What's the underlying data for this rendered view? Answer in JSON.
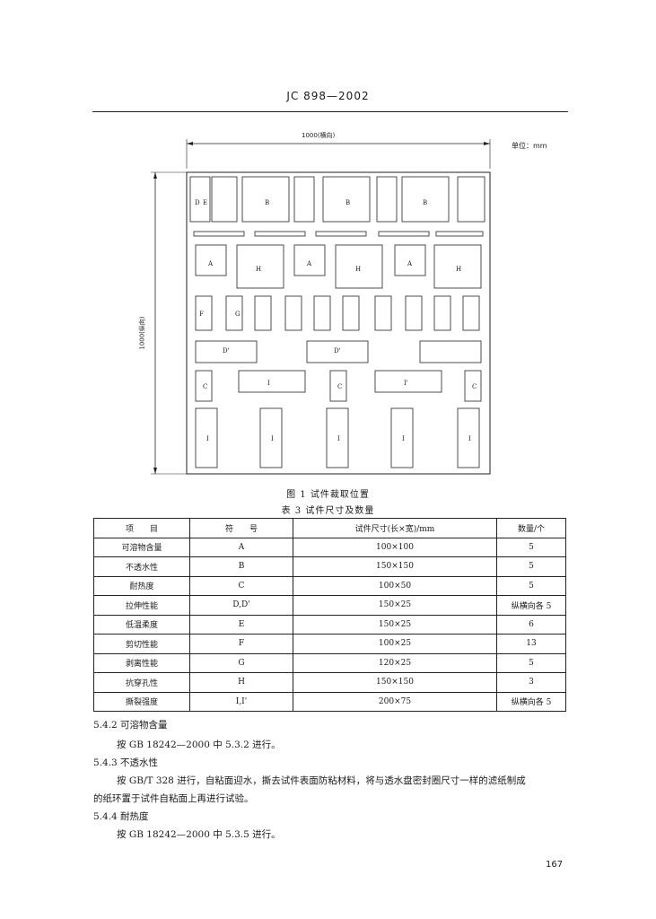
{
  "header": {
    "title": "JC 898—2002"
  },
  "figure": {
    "width_label": "1000(横向)",
    "height_label": "1000(纵向)",
    "unit_label": "单位：mm",
    "caption": "图 1   试件裁取位置",
    "labels": {
      "A": "A",
      "B": "B",
      "C": "C",
      "D": "D",
      "E": "E",
      "F": "F",
      "G": "G",
      "H": "H",
      "I": "I",
      "D_prime": "D'",
      "I_prime": "I'"
    }
  },
  "table": {
    "title": "表 3   试件尺寸及数量",
    "headers": [
      "项　　目",
      "符　　号",
      "试件尺寸(长×宽)/mm",
      "数量/个"
    ],
    "rows": [
      [
        "可溶物含量",
        "A",
        "100×100",
        "5"
      ],
      [
        "不透水性",
        "B",
        "150×150",
        "5"
      ],
      [
        "耐热度",
        "C",
        "100×50",
        "5"
      ],
      [
        "拉伸性能",
        "D,D'",
        "150×25",
        "纵横向各 5"
      ],
      [
        "低温柔度",
        "E",
        "150×25",
        "6"
      ],
      [
        "剪切性能",
        "F",
        "100×25",
        "13"
      ],
      [
        "剥离性能",
        "G",
        "120×25",
        "5"
      ],
      [
        "抗穿孔性",
        "H",
        "150×150",
        "3"
      ],
      [
        "撕裂强度",
        "I,I'",
        "200×75",
        "纵横向各 5"
      ]
    ]
  },
  "body": {
    "s1_heading": "5.4.2   可溶物含量",
    "s1_text": "按 GB 18242—2000 中 5.3.2 进行。",
    "s2_heading": "5.4.3   不透水性",
    "s2_text_line1": "按 GB/T 328 进行，自粘面迎水，撕去试件表面防粘材料，将与透水盘密封圈尺寸一样的滤纸制成",
    "s2_text_line2": "的纸环置于试件自粘面上再进行试验。",
    "s3_heading": "5.4.4   耐热度",
    "s3_text": "按 GB 18242—2000 中 5.3.5 进行。"
  },
  "page_number": "167"
}
